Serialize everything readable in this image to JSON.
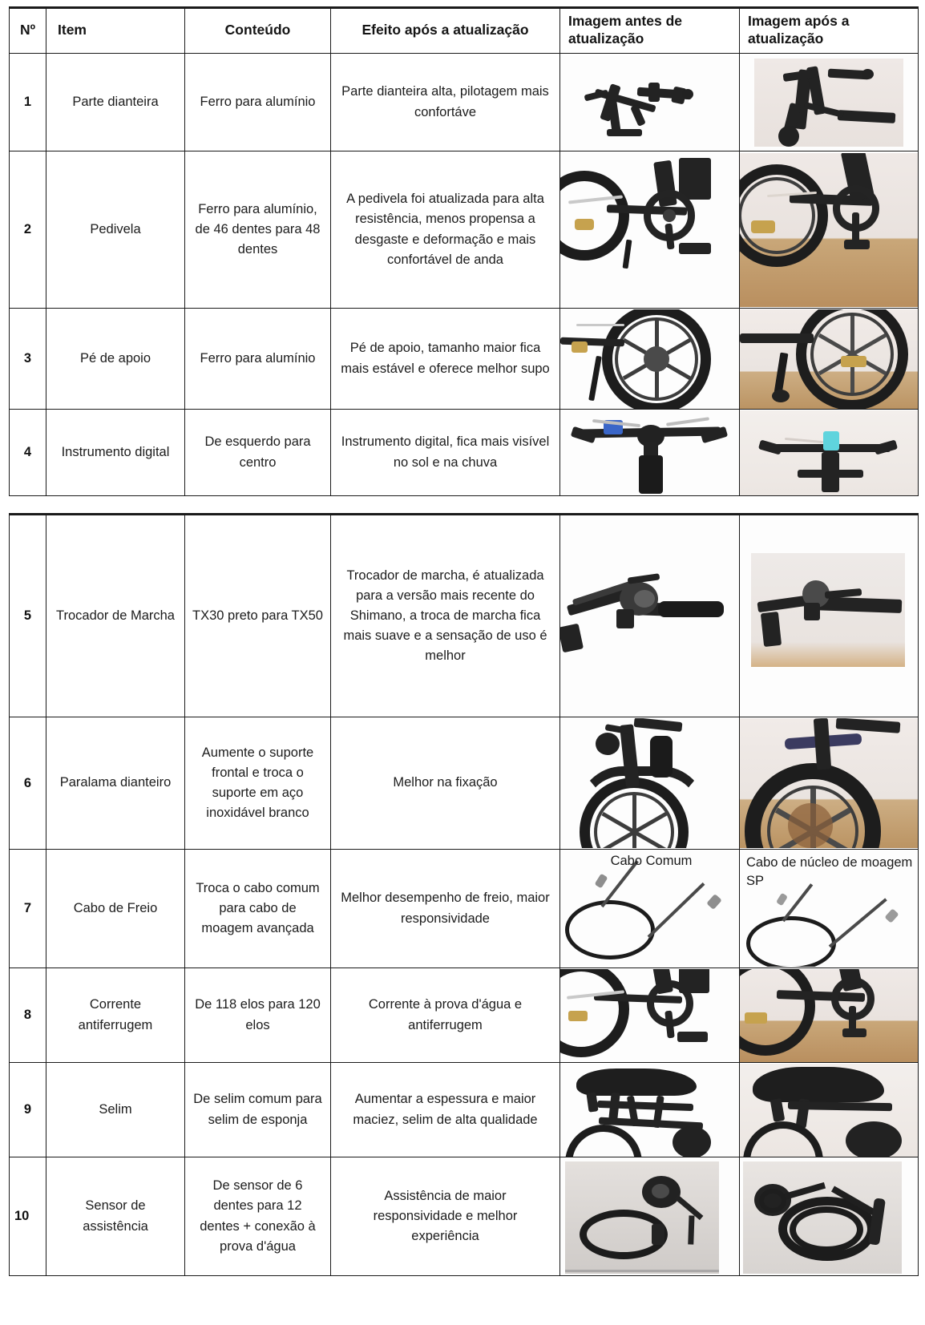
{
  "table": {
    "headers": {
      "no": "Nº",
      "item": "Item",
      "conteudo": "Conteúdo",
      "efeito": "Efeito após a atualização",
      "antes": "Imagem antes de atualização",
      "apos": "Imagem após a atualização"
    },
    "rows": [
      {
        "no": "1",
        "item": "Parte dianteira",
        "conteudo": "Ferro para alumínio",
        "efeito": "Parte dianteira alta, pilotagem mais confortáve",
        "before_caption": "",
        "after_caption": "",
        "before_image": "front-frame-before-photo",
        "after_image": "front-frame-after-photo"
      },
      {
        "no": "2",
        "item": "Pedivela",
        "conteudo": "Ferro para alumínio, de 46 dentes para 48 dentes",
        "efeito": "A pedivela foi atualizada para alta resistência, menos propensa a desgaste e deformação e mais confortável de anda",
        "before_caption": "",
        "after_caption": "",
        "before_image": "crankset-before-photo",
        "after_image": "crankset-after-photo"
      },
      {
        "no": "3",
        "item": "Pé de apoio",
        "conteudo": "Ferro para alumínio",
        "efeito": "Pé de apoio, tamanho maior fica mais estável e oferece melhor supo",
        "before_caption": "",
        "after_caption": "",
        "before_image": "kickstand-before-photo",
        "after_image": "kickstand-after-photo"
      },
      {
        "no": "4",
        "item": "Instrumento digital",
        "conteudo": "De esquerdo para centro",
        "efeito": "Instrumento digital, fica mais visível no sol e na chuva",
        "before_caption": "",
        "after_caption": "",
        "before_image": "display-before-photo",
        "after_image": "display-after-photo"
      },
      {
        "no": "5",
        "item": "Trocador de Marcha",
        "conteudo": "TX30 preto para TX50",
        "efeito": "Trocador de marcha, é atualizada para a versão mais recente do Shimano, a troca de marcha fica mais suave e a sensação de uso é melhor",
        "before_caption": "",
        "after_caption": "",
        "before_image": "shifter-before-photo",
        "after_image": "shifter-after-photo"
      },
      {
        "no": "6",
        "item": "Paralama dianteiro",
        "conteudo": "Aumente o suporte frontal e troca o suporte em aço inoxidável branco",
        "efeito": "Melhor na fixação",
        "before_caption": "",
        "after_caption": "",
        "before_image": "front-fender-before-photo",
        "after_image": "front-fender-after-photo"
      },
      {
        "no": "7",
        "item": "Cabo de Freio",
        "conteudo": "Troca o cabo comum para cabo de moagem avançada",
        "efeito": "Melhor desempenho de freio, maior responsividade",
        "before_caption": "Cabo Comum",
        "after_caption": "Cabo de núcleo de moagem SP",
        "before_image": "brake-cable-common-photo",
        "after_image": "brake-cable-sp-photo"
      },
      {
        "no": "8",
        "item": "Corrente antiferrugem",
        "conteudo": "De 118 elos para 120 elos",
        "efeito": "Corrente à prova d'água e antiferrugem",
        "before_caption": "",
        "after_caption": "",
        "before_image": "chain-before-photo",
        "after_image": "chain-after-photo"
      },
      {
        "no": "9",
        "item": "Selim",
        "conteudo": "De selim comum para selim de esponja",
        "efeito": "Aumentar a espessura e maior maciez, selim de alta qualidade",
        "before_caption": "",
        "after_caption": "",
        "before_image": "saddle-before-photo",
        "after_image": "saddle-after-photo"
      },
      {
        "no": "10",
        "item": "Sensor de assistência",
        "conteudo": "De sensor de 6 dentes para 12 dentes + conexão à prova d'água",
        "efeito": "Assistência de maior responsividade e melhor experiência",
        "before_caption": "",
        "after_caption": "",
        "before_image": "pas-sensor-before-photo",
        "after_image": "pas-sensor-after-photo"
      }
    ]
  },
  "colors": {
    "border": "#1a1a1a",
    "text": "#1c1c1c",
    "background": "#ffffff"
  }
}
